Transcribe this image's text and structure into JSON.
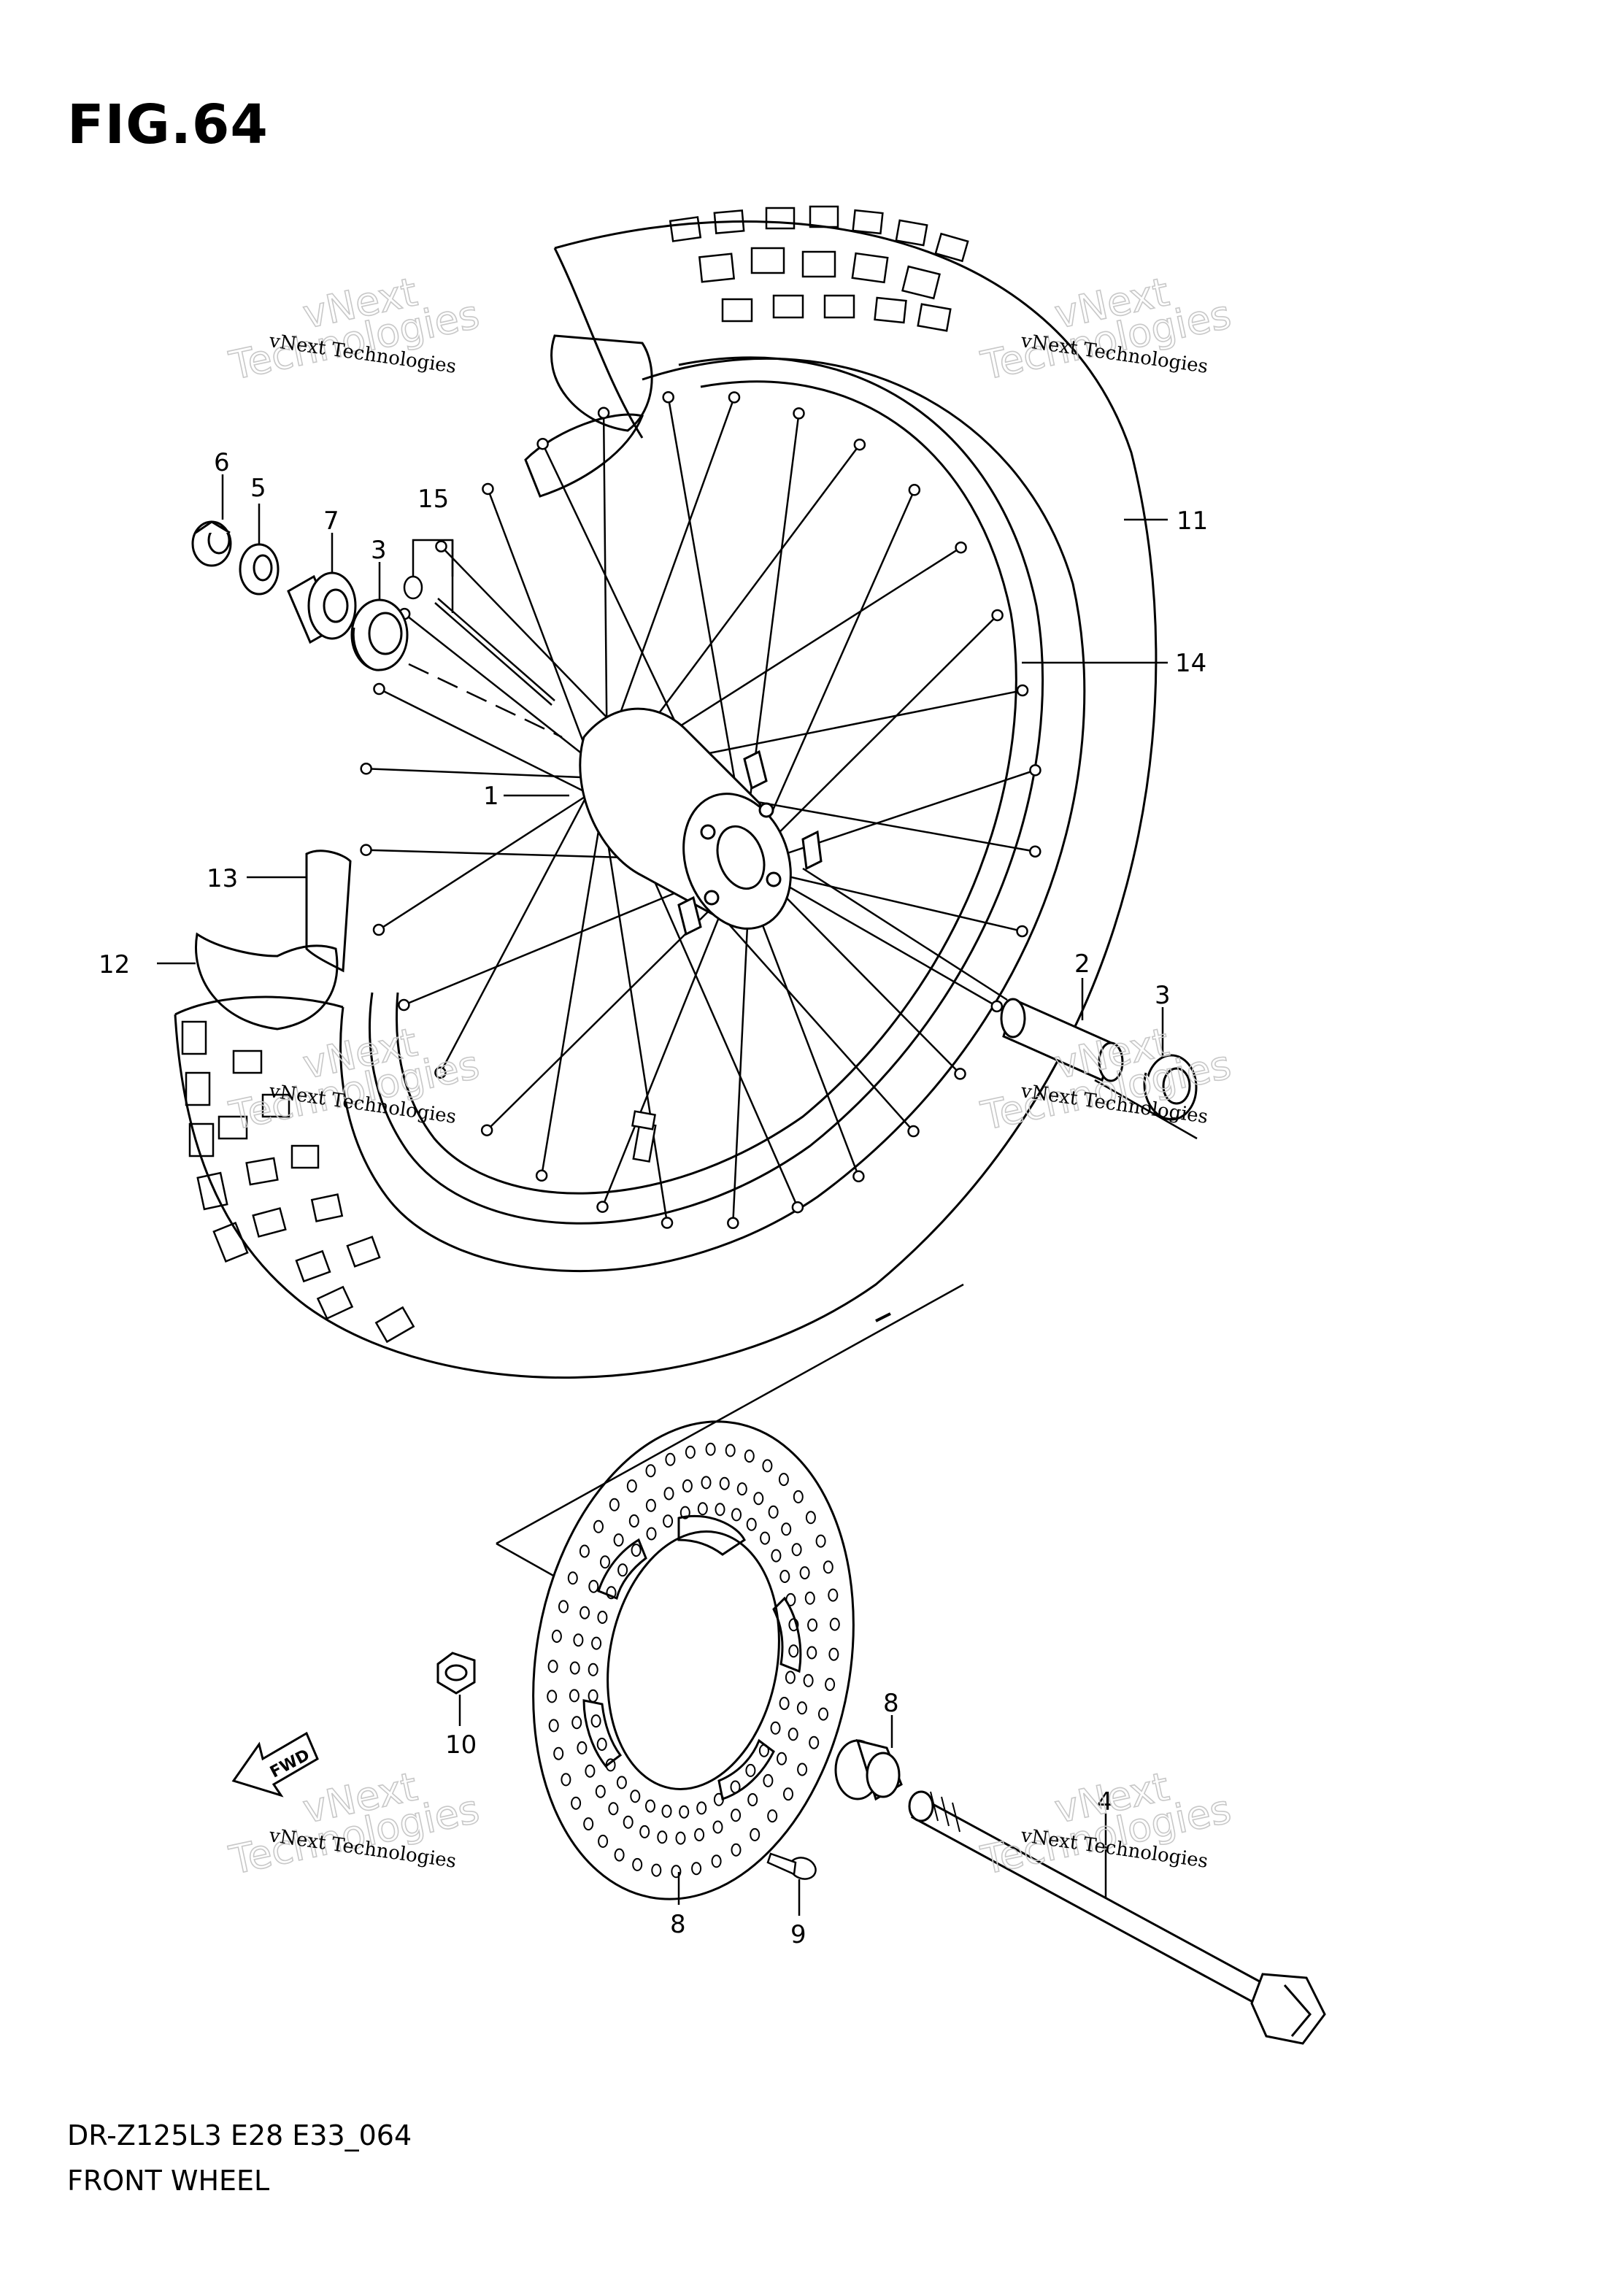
{
  "figure": {
    "title": "FIG.64"
  },
  "footer": {
    "model_code": "DR-Z125L3 E28 E33_064",
    "name": "FRONT WHEEL"
  },
  "watermark": {
    "brand_large_1": "vNext",
    "brand_large_2": "Technologies",
    "brand_small": "vNext Technologies"
  },
  "fwd_arrow": {
    "label": "FWD"
  },
  "callouts": {
    "p1": "1",
    "p2": "2",
    "p3a": "3",
    "p3b": "3",
    "p4": "4",
    "p5": "5",
    "p6": "6",
    "p7": "7",
    "p8a": "8",
    "p8b": "8",
    "p9": "9",
    "p10": "10",
    "p11": "11",
    "p12": "12",
    "p13": "13",
    "p14": "14",
    "p15": "15"
  }
}
